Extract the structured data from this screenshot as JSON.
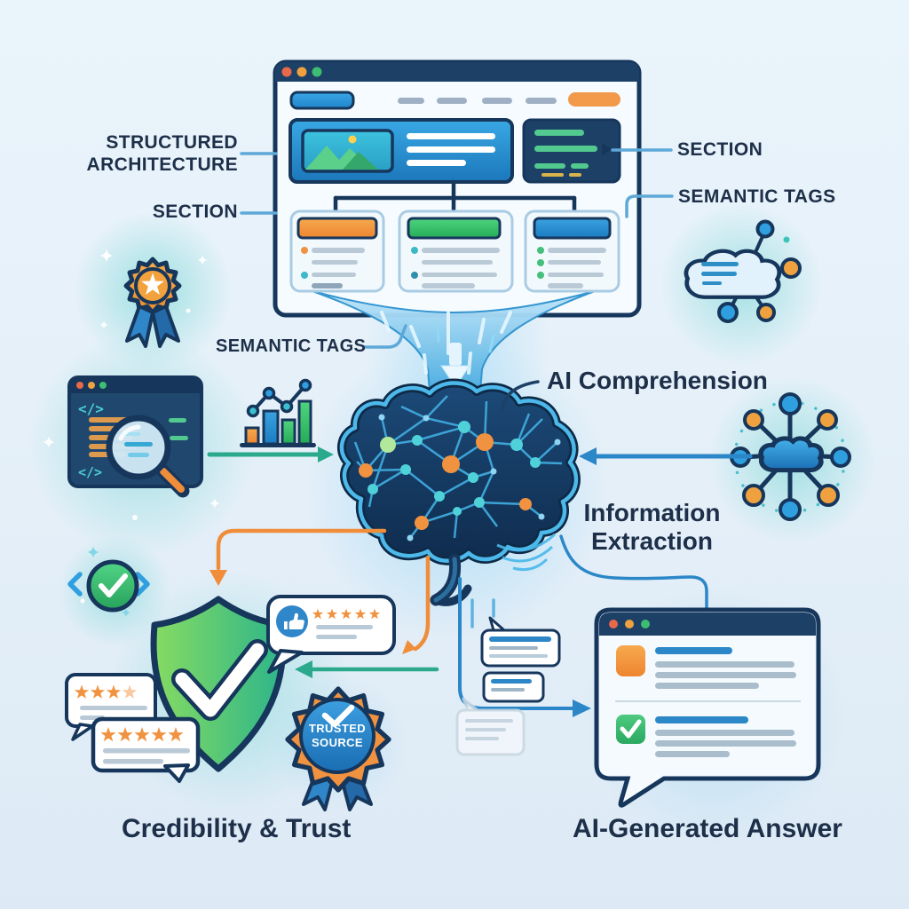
{
  "colors": {
    "background": "#e7f2f9",
    "outline_navy": "#16365c",
    "panel_navy": "#1d4066",
    "label_text": "#1d2f49",
    "accent_blue": "#2b87c8",
    "sky_blue": "#2f9fe0",
    "light_blue_connector": "#5ea8d8",
    "accent_orange": "#f0923f",
    "amber": "#f0a13f",
    "accent_green": "#3dbd72",
    "teal": "#4fd1d9",
    "teal_glow": "#60d2cd",
    "gray_bar": "#a9bdcc"
  },
  "labels": {
    "structured_architecture": "STRUCTURED\nARCHITECTURE",
    "section_left": "SECTION",
    "section_right": "SECTION",
    "semantic_tags_left": "SEMANTIC TAGS",
    "semantic_tags_right": "SEMANTIC TAGS",
    "ai_comprehension": "AI Comprehension",
    "information_extraction": "Information\nExtraction",
    "credibility_trust": "Credibility & Trust",
    "ai_generated_answer": "AI-Generated Answer"
  },
  "badge": {
    "trusted_source": "TRUSTED\nSOURCE"
  },
  "code_window": {
    "glyph_top": "</>",
    "glyph_bottom": "</>"
  },
  "ratings": {
    "review_bubble_top_stars": 4,
    "review_bubble_bottom_stars": 5,
    "thumbs_bubble_stars": 5
  },
  "icon_names": [
    "browser-window-icon",
    "image-placeholder-icon",
    "code-snippet-icon",
    "play-icon",
    "award-medal-icon",
    "cloud-semantic-tags-icon",
    "code-inspection-window-icon",
    "magnifier-icon",
    "bar-chart-icon",
    "brain-network-icon",
    "cloud-network-hub-icon",
    "verified-check-icon",
    "shield-check-icon",
    "thumbs-up-icon",
    "star-icon",
    "trusted-source-badge-icon",
    "chat-bubble-icon",
    "answer-window-icon",
    "sparkle-icon"
  ]
}
